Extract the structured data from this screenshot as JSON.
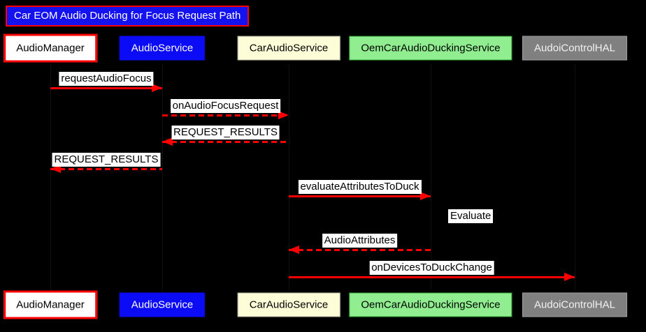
{
  "diagram": {
    "title": "Car EOM Audio Ducking for Focus Request Path",
    "background_color": "#000000",
    "arrow_color": "#FF0000",
    "title_bg_color": "#1412EE",
    "title_border_color": "#FF0000",
    "title_text_color": "#FFFFFF",
    "message_label_bg_color": "#FFFFFF",
    "message_label_text_color": "#000000"
  },
  "participants": [
    {
      "name": "AudioManager",
      "fill": "#FFFFFF",
      "border": "#FF0000",
      "text_color": "#000000"
    },
    {
      "name": "AudioService",
      "fill": "#0B0BF5",
      "border": "#0B0BF5",
      "text_color": "#FFFFFF"
    },
    {
      "name": "CarAudioService",
      "fill": "#FDFDD8",
      "border": "#AFAFA0",
      "text_color": "#000000"
    },
    {
      "name": "OemCarAudioDuckingService",
      "fill": "#90EE90",
      "border": "#2F9E2F",
      "text_color": "#000000"
    },
    {
      "name": "AudoiControlHAL",
      "fill": "#808080",
      "border": "#A0A0A0",
      "text_color": "#F2F2F2"
    }
  ],
  "messages": [
    {
      "label": "requestAudioFocus",
      "from": "AudioManager",
      "to": "AudioService",
      "line_style": "solid",
      "direction": "right"
    },
    {
      "label": "onAudioFocusRequest",
      "from": "AudioService",
      "to": "CarAudioService",
      "line_style": "dashed",
      "direction": "right"
    },
    {
      "label": "REQUEST_RESULTS",
      "from": "CarAudioService",
      "to": "AudioService",
      "line_style": "dashed",
      "direction": "left"
    },
    {
      "label": "REQUEST_RESULTS",
      "from": "AudioService",
      "to": "AudioManager",
      "line_style": "dashed",
      "direction": "left"
    },
    {
      "label": "evaluateAttributesToDuck",
      "from": "CarAudioService",
      "to": "OemCarAudioDuckingService",
      "line_style": "solid",
      "direction": "right"
    },
    {
      "label": "Evaluate",
      "from": "OemCarAudioDuckingService",
      "to": "OemCarAudioDuckingService",
      "line_style": "self",
      "direction": "self"
    },
    {
      "label": "AudioAttributes",
      "from": "OemCarAudioDuckingService",
      "to": "CarAudioService",
      "line_style": "dashed",
      "direction": "left"
    },
    {
      "label": "onDevicesToDuckChange",
      "from": "CarAudioService",
      "to": "AudoiControlHAL",
      "line_style": "solid",
      "direction": "right"
    }
  ]
}
